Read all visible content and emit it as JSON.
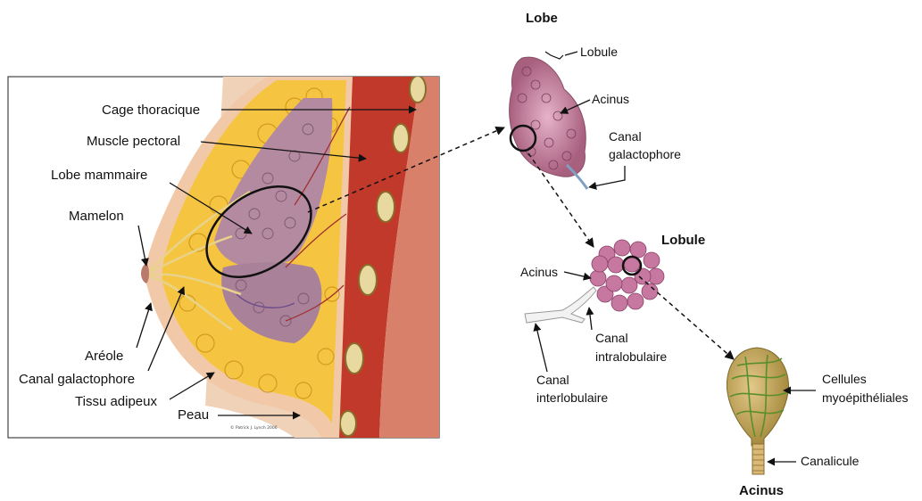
{
  "panel_left": {
    "labels": {
      "rib_cage": "Cage thoracique",
      "pectoral_muscle": "Muscle pectoral",
      "mammary_lobe": "Lobe mammaire",
      "nipple": "Mamelon",
      "areola": "Aréole",
      "milk_duct": "Canal galactophore",
      "adipose_tissue": "Tissu adipeux",
      "skin": "Peau"
    },
    "credit": "© Patrick J. Lynch 2006"
  },
  "lobe_detail": {
    "title": "Lobe",
    "labels": {
      "lobule": "Lobule",
      "acinus": "Acinus",
      "duct_line1": "Canal",
      "duct_line2": "galactophore"
    }
  },
  "lobule_detail": {
    "title": "Lobule",
    "labels": {
      "acinus": "Acinus",
      "intra_line1": "Canal",
      "intra_line2": "intralobulaire",
      "inter_line1": "Canal",
      "inter_line2": "interlobulaire"
    }
  },
  "acinus_detail": {
    "title": "Acinus",
    "labels": {
      "myo_line1": "Cellules",
      "myo_line2": "myoépithéliales",
      "canalicule": "Canalicule"
    }
  },
  "colors": {
    "skin": "#f2c9a8",
    "fat": "#f5c542",
    "muscle": "#c0392b",
    "lobule_pink": "#c98aa8",
    "acinus_green": "#8fa84a"
  }
}
